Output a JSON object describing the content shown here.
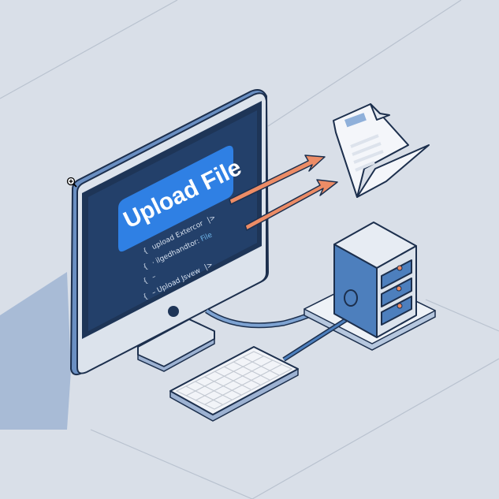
{
  "illustration": {
    "subject": "Computer uploading a file to a server",
    "colors": {
      "background": "#d9dfe8",
      "floor_lines": "#b9c2cf",
      "outline": "#1c2f4d",
      "screen_dark": "#1e3557",
      "screen_inner": "#23406a",
      "upload_button": "#2f80e4",
      "arrow": "#ec8c66",
      "server_blue": "#4d7fbd",
      "server_top": "#e7ecf3",
      "drive_light": "#ec8c66",
      "shadow": "#9db2d2",
      "bezel": "#dce3ec"
    }
  },
  "monitor": {
    "upload_button_label": "Upload File",
    "code_lines": [
      {
        "bracket": "{",
        "text": "upload Extercor",
        "tail": "|>"
      },
      {
        "bracket": "{",
        "text": "· ilgedhandtor:",
        "accent": "File"
      },
      {
        "bracket": "{",
        "text": "–",
        "tail": ""
      },
      {
        "bracket": "{",
        "text": "– Upload Jsvew",
        "tail": "|>"
      }
    ]
  },
  "document": {
    "icon": "document-icon"
  },
  "server": {
    "drive_count": 3
  },
  "keyboard": {
    "icon": "keyboard-icon"
  },
  "cursor": {
    "icon": "zoom-in-cursor-icon"
  }
}
